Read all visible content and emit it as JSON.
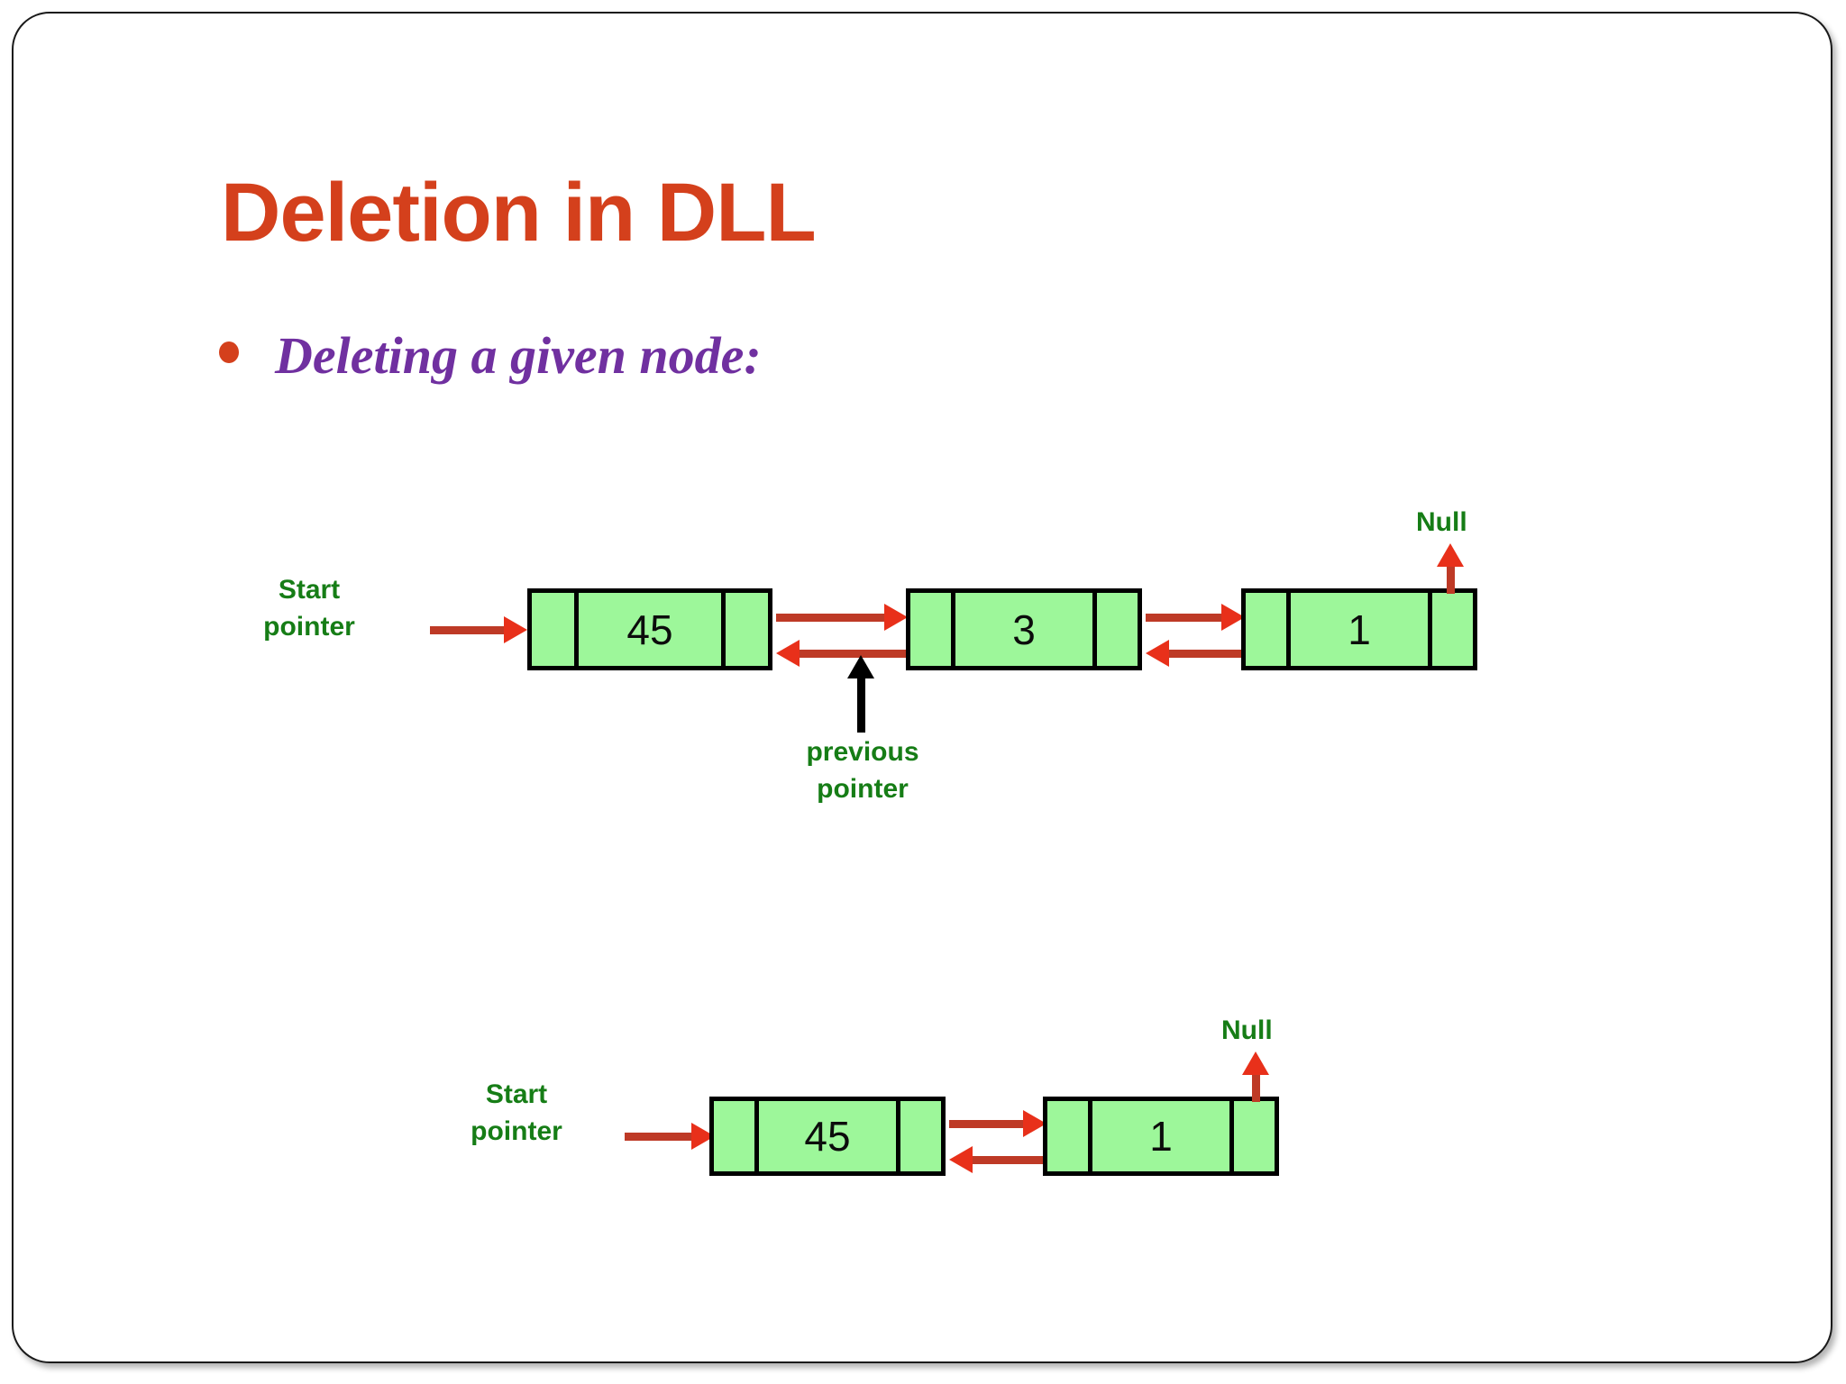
{
  "slide": {
    "title": "Deletion in DLL",
    "bullet": "Deleting a given node:",
    "title_color": "#D4401C",
    "bullet_color": "#7030A0",
    "label_color": "#167D16",
    "node_fill": "#9DF79A",
    "arrow_color": "#BE3A26",
    "arrowhead_color": "#E8301A"
  },
  "diagram_before": {
    "caption_start": "Start\npointer",
    "start_label_line1": "Start",
    "start_label_line2": "pointer",
    "null_label": "Null",
    "previous_label_line1": "previous",
    "previous_label_line2": "pointer",
    "nodes": [
      {
        "value": "45"
      },
      {
        "value": "3"
      },
      {
        "value": "1"
      }
    ]
  },
  "diagram_after": {
    "start_label_line1": "Start",
    "start_label_line2": "pointer",
    "null_label": "Null",
    "nodes": [
      {
        "value": "45"
      },
      {
        "value": "1"
      }
    ]
  }
}
